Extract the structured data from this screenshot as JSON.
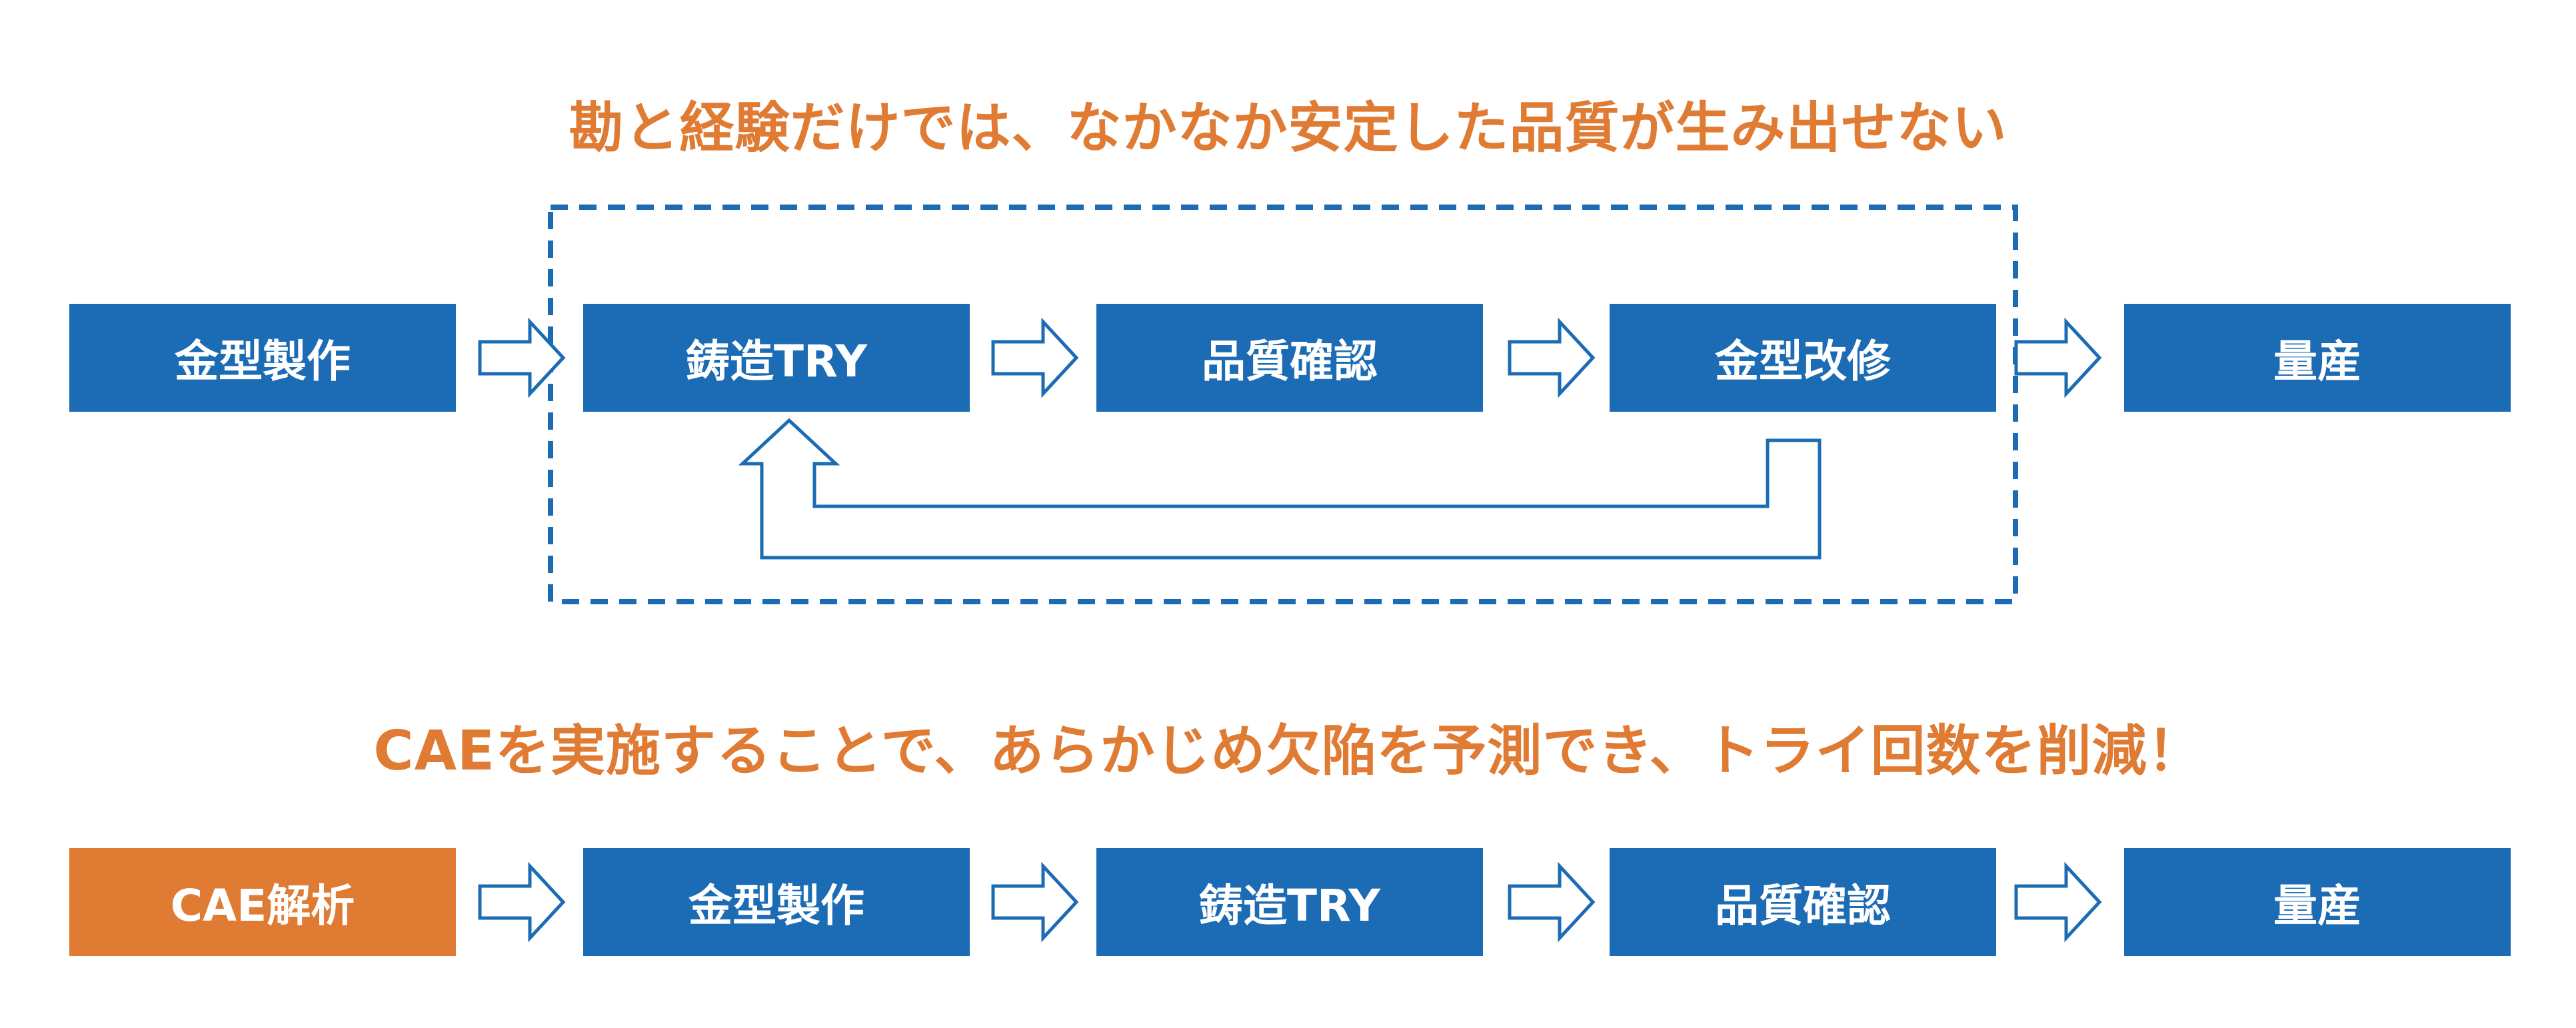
{
  "colors": {
    "accent_orange": "#e07b34",
    "box_blue": "#1c6bb5",
    "arrow_stroke": "#1c6bb5",
    "background": "#ffffff"
  },
  "top": {
    "heading": "勘と経験だけでは、なかなか安定した品質が生み出せない",
    "steps": [
      "金型製作",
      "鋳造TRY",
      "品質確認",
      "金型改修",
      "量産"
    ]
  },
  "bottom": {
    "heading": "CAEを実施することで、あらかじめ欠陥を予測でき、トライ回数を削減！",
    "steps": [
      "CAE解析",
      "金型製作",
      "鋳造TRY",
      "品質確認",
      "量産"
    ]
  }
}
